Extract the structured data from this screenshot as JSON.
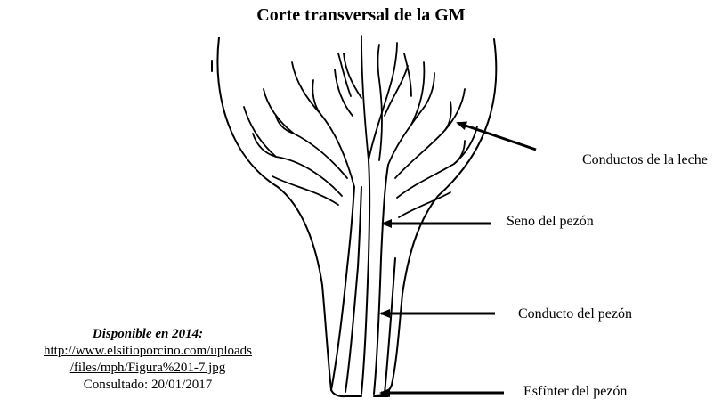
{
  "title": "Corte transversal de la GM",
  "labels": {
    "milk_ducts": "Conductos de la leche",
    "teat_sinus": "Seno del pezón",
    "teat_canal": "Conducto del pezón",
    "teat_sphincter": "Esfínter del pezón"
  },
  "source": {
    "heading": "Disponible en 2014:",
    "url_line1": "http://www.elsitioporcino.com/uploads",
    "url_line2": "/files/mph/Figura%201-7.jpg",
    "consulted": "Consultado: 20/01/2017"
  }
}
